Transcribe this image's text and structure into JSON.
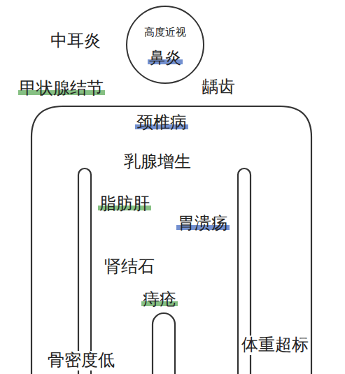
{
  "diagram": {
    "nodes": [
      {
        "text": [
          "高度近视",
          "鼻炎"
        ]
      },
      {
        "text": [
          "颈椎病",
          "乳腺增生",
          "脂肪肝",
          "胃溃疡",
          "肾结石",
          "痔疮"
        ]
      }
    ],
    "labels": [
      "中耳炎",
      "甲状腺结节",
      "龋齿",
      "骨密度低",
      "体重超标"
    ]
  }
}
